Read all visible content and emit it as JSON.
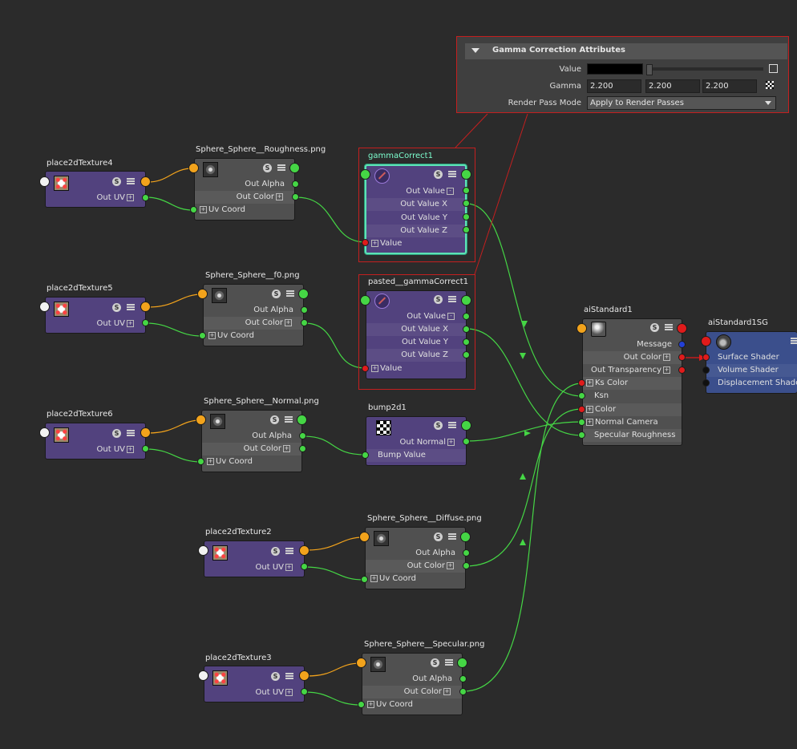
{
  "attr_panel": {
    "section_title": "Gamma Correction Attributes",
    "value_label": "Value",
    "gamma_label": "Gamma",
    "gamma_values": [
      "2.200",
      "2.200",
      "2.200"
    ],
    "render_pass_label": "Render Pass Mode",
    "render_pass_value": "Apply to Render Passes"
  },
  "nodes": {
    "place4": {
      "title": "place2dTexture4",
      "out_uv": "Out UV"
    },
    "place5": {
      "title": "place2dTexture5",
      "out_uv": "Out UV"
    },
    "place6": {
      "title": "place2dTexture6",
      "out_uv": "Out UV"
    },
    "place2": {
      "title": "place2dTexture2",
      "out_uv": "Out UV"
    },
    "place3": {
      "title": "place2dTexture3",
      "out_uv": "Out UV"
    },
    "file_rough": {
      "title": "Sphere_Sphere__Roughness.png",
      "out_alpha": "Out Alpha",
      "out_color": "Out Color",
      "uv_coord": "Uv Coord"
    },
    "file_f0": {
      "title": "Sphere_Sphere__f0.png",
      "out_alpha": "Out Alpha",
      "out_color": "Out Color",
      "uv_coord": "Uv Coord"
    },
    "file_normal": {
      "title": "Sphere_Sphere__Normal.png",
      "out_alpha": "Out Alpha",
      "out_color": "Out Color",
      "uv_coord": "Uv Coord"
    },
    "file_diffuse": {
      "title": "Sphere_Sphere__Diffuse.png",
      "out_alpha": "Out Alpha",
      "out_color": "Out Color",
      "uv_coord": "Uv Coord"
    },
    "file_spec": {
      "title": "Sphere_Sphere__Specular.png",
      "out_alpha": "Out Alpha",
      "out_color": "Out Color",
      "uv_coord": "Uv Coord"
    },
    "gamma1": {
      "title": "gammaCorrect1",
      "out_value": "Out Value",
      "out_x": "Out Value X",
      "out_y": "Out Value Y",
      "out_z": "Out Value Z",
      "value": "Value"
    },
    "gamma2": {
      "title": "pasted__gammaCorrect1",
      "out_value": "Out Value",
      "out_x": "Out Value X",
      "out_y": "Out Value Y",
      "out_z": "Out Value Z",
      "value": "Value"
    },
    "bump": {
      "title": "bump2d1",
      "out_normal": "Out Normal",
      "bump_value": "Bump Value"
    },
    "aistd": {
      "title": "aiStandard1",
      "message": "Message",
      "out_color": "Out Color",
      "out_transparency": "Out Transparency",
      "ks_color": "Ks Color",
      "ksn": "Ksn",
      "color": "Color",
      "normal_camera": "Normal Camera",
      "specular_roughness": "Specular Roughness"
    },
    "sg": {
      "title": "aiStandard1SG",
      "surface": "Surface Shader",
      "volume": "Volume Shader",
      "displacement": "Displacement Shader"
    }
  },
  "icons": {
    "swatch_toggle": "S",
    "expand": "+",
    "collapse": "-"
  }
}
